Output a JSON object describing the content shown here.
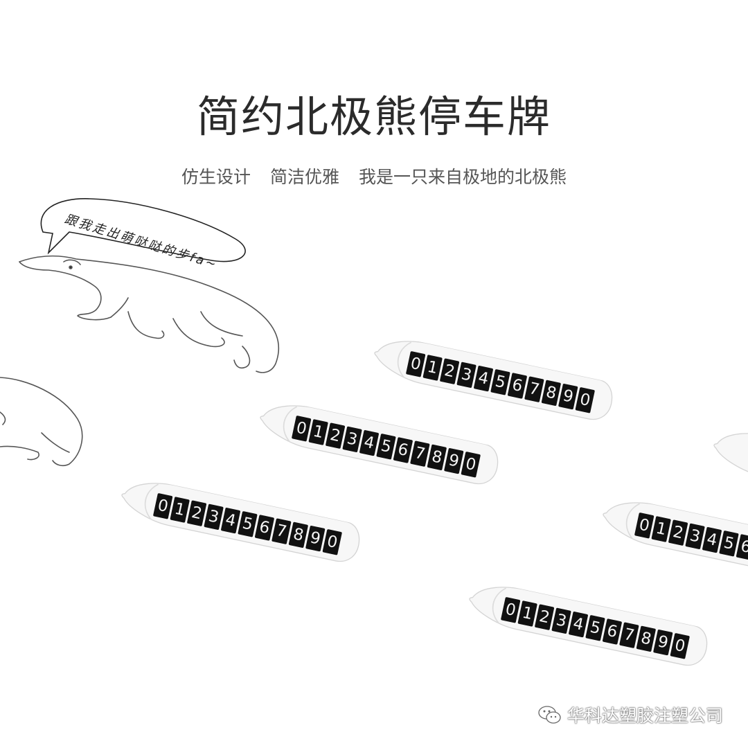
{
  "title": "简约北极熊停车牌",
  "subtitle": [
    "仿生设计",
    "简洁优雅",
    "我是一只来自极地的北极熊"
  ],
  "speech_bubble": "跟我走出萌哒哒的步fa~",
  "plate_digits": [
    "0",
    "1",
    "2",
    "3",
    "4",
    "5",
    "6",
    "7",
    "8",
    "9",
    "0"
  ],
  "watermark": {
    "icon": "wechat-icon",
    "text": "华科达塑胶注塑公司"
  }
}
